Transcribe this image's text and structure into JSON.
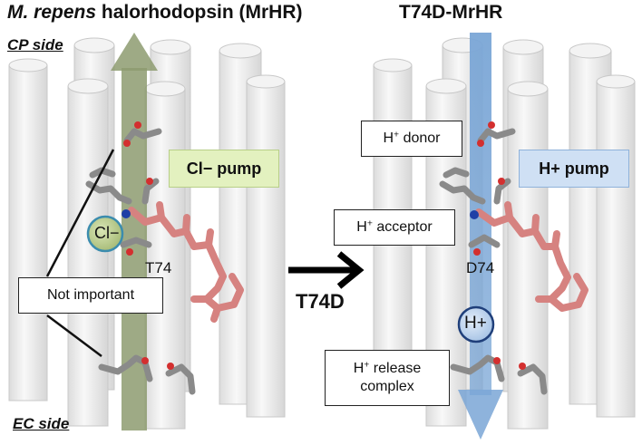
{
  "left_panel": {
    "title_italic": "M. repens",
    "title_rest": " halorhodopsin (MrHR)",
    "cp_side": "CP side",
    "ec_side": "EC side",
    "pump_label": "Cl− pump",
    "ion_label": "Cl−",
    "residue_label": "T74",
    "callout": "Not important"
  },
  "right_panel": {
    "title": "T74D-MrHR",
    "pump_label": "H+ pump",
    "ion_label": "H+",
    "residue_label": "D74",
    "boxes": {
      "donor_rest": " donor",
      "acceptor_rest": " acceptor",
      "release_line1_rest": " release",
      "release_line2": "complex"
    }
  },
  "mutation_label": "T74D",
  "colors": {
    "chloride_arrow": "#8d9b70",
    "proton_arrow": "#7aa6d6",
    "cl_pump_box": "#e3f1bf",
    "h_pump_box": "#cfe0f4",
    "retinal": "#d68280",
    "helix": "#ececec"
  }
}
